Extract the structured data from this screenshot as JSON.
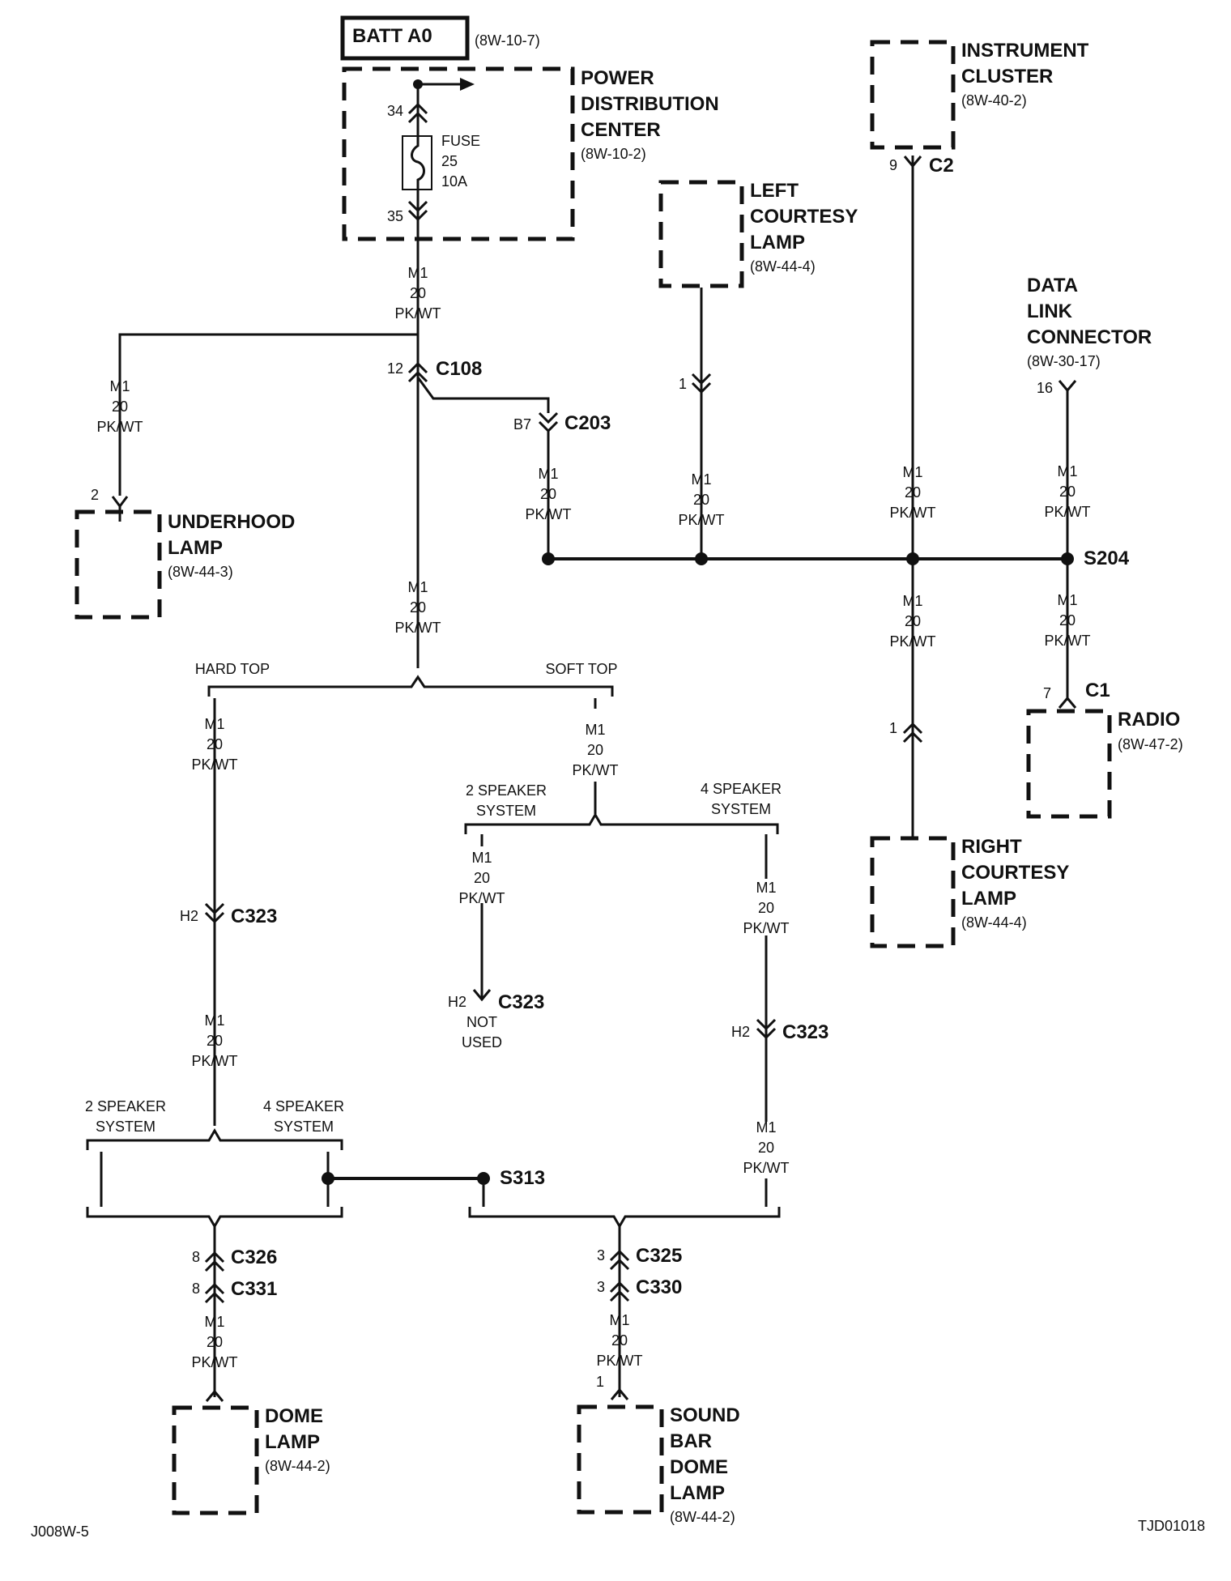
{
  "sources": {
    "batt_label": "BATT A0",
    "batt_ref": "(8W-10-7)",
    "pdc_lines": [
      "POWER",
      "DISTRIBUTION",
      "CENTER"
    ],
    "pdc_ref": "(8W-10-2)",
    "fuse_lines": [
      "FUSE",
      "25",
      "10A"
    ],
    "pin_in": "34",
    "pin_out": "35",
    "cluster_lines": [
      "INSTRUMENT",
      "CLUSTER"
    ],
    "cluster_ref": "(8W-40-2)",
    "cluster_pin": "9",
    "cluster_conn": "C2",
    "dlc_lines": [
      "DATA",
      "LINK",
      "CONNECTOR"
    ],
    "dlc_ref": "(8W-30-17)",
    "dlc_pin": "16"
  },
  "wire": {
    "circuit": "M1",
    "gauge": "20",
    "color": "PK/WT"
  },
  "connectors": {
    "c108": "C108",
    "c108_pin": "12",
    "c203": "C203",
    "c203_pin": "B7",
    "c323": "C323",
    "c323_pin": "H2",
    "c326": "C326",
    "c326_pin": "8",
    "c331": "C331",
    "c331_pin": "8",
    "c325": "C325",
    "c325_pin": "3",
    "c330": "C330",
    "c330_pin": "3",
    "c1": "C1",
    "c1_pin": "7",
    "pin_1": "1",
    "pin_2": "2",
    "not_used": [
      "NOT",
      "USED"
    ]
  },
  "splices": {
    "s204": "S204",
    "s313": "S313"
  },
  "options": {
    "hard_top": "HARD TOP",
    "soft_top": "SOFT TOP",
    "two_speaker": [
      "2 SPEAKER",
      "SYSTEM"
    ],
    "four_speaker": [
      "4 SPEAKER",
      "SYSTEM"
    ]
  },
  "loads": {
    "underhood_lines": [
      "UNDERHOOD",
      "LAMP"
    ],
    "underhood_ref": "(8W-44-3)",
    "left_courtesy_lines": [
      "LEFT",
      "COURTESY",
      "LAMP"
    ],
    "left_courtesy_ref": "(8W-44-4)",
    "right_courtesy_lines": [
      "RIGHT",
      "COURTESY",
      "LAMP"
    ],
    "right_courtesy_ref": "(8W-44-4)",
    "radio_label": "RADIO",
    "radio_ref": "(8W-47-2)",
    "dome_lines": [
      "DOME",
      "LAMP"
    ],
    "dome_ref": "(8W-44-2)",
    "soundbar_lines": [
      "SOUND",
      "BAR",
      "DOME",
      "LAMP"
    ],
    "soundbar_ref": "(8W-44-2)"
  },
  "footer": {
    "left": "J008W-5",
    "right": "TJD01018"
  }
}
